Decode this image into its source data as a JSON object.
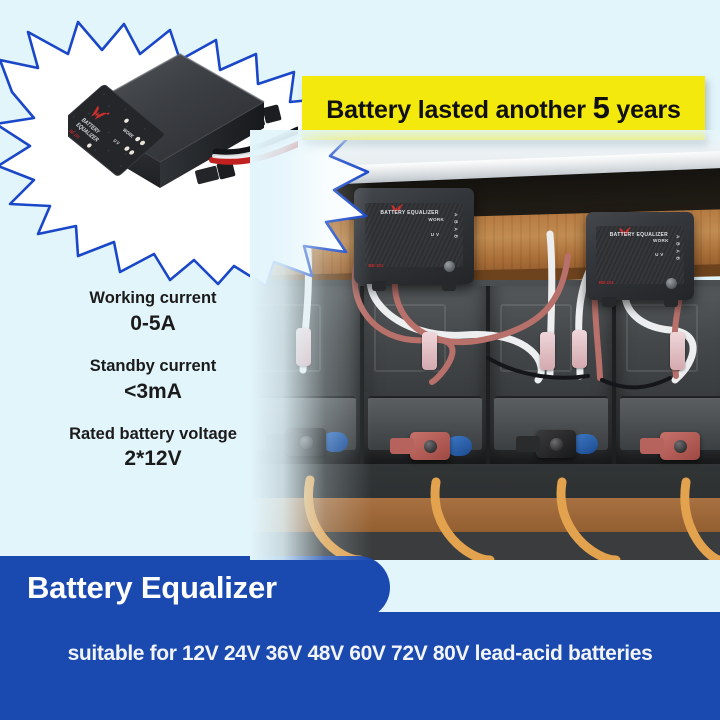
{
  "theme": {
    "background": "#e2f5fb",
    "burst_outline": "#1a47c8",
    "burst_fill": "#ffffff",
    "banner_yellow": "#f3e90d",
    "banner_blue": "#1a49b0",
    "text_dark": "#1b1b1b",
    "text_light": "#ffffff"
  },
  "headline_banner": {
    "text_before": "Battery lasted another",
    "highlight": "5",
    "text_after": "years"
  },
  "specs": [
    {
      "label": "Working current",
      "value": "0-5A"
    },
    {
      "label": "Standby current",
      "value": "<3mA"
    },
    {
      "label": "Rated battery voltage",
      "value": "2*12V"
    }
  ],
  "footer": {
    "title": "Battery Equalizer",
    "subtitle": "suitable for 12V 24V 36V 48V 60V 72V 80V lead-acid batteries"
  },
  "product_label": {
    "brand": "BATTERY EQUALIZER",
    "indicator_work": "WORK",
    "indicator_uv": "U V",
    "channels": "A B A B",
    "model": "BE-101"
  }
}
